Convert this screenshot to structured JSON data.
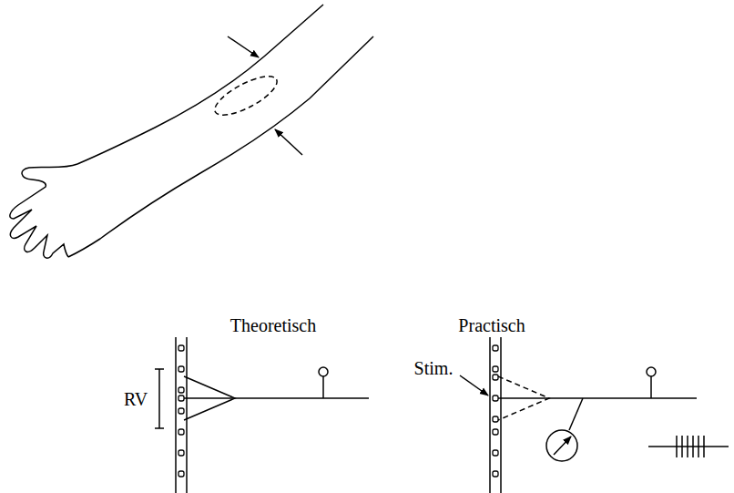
{
  "diagram": {
    "labels": [
      "Theoretisch",
      "Practisch",
      "RV",
      "Stim."
    ]
  }
}
